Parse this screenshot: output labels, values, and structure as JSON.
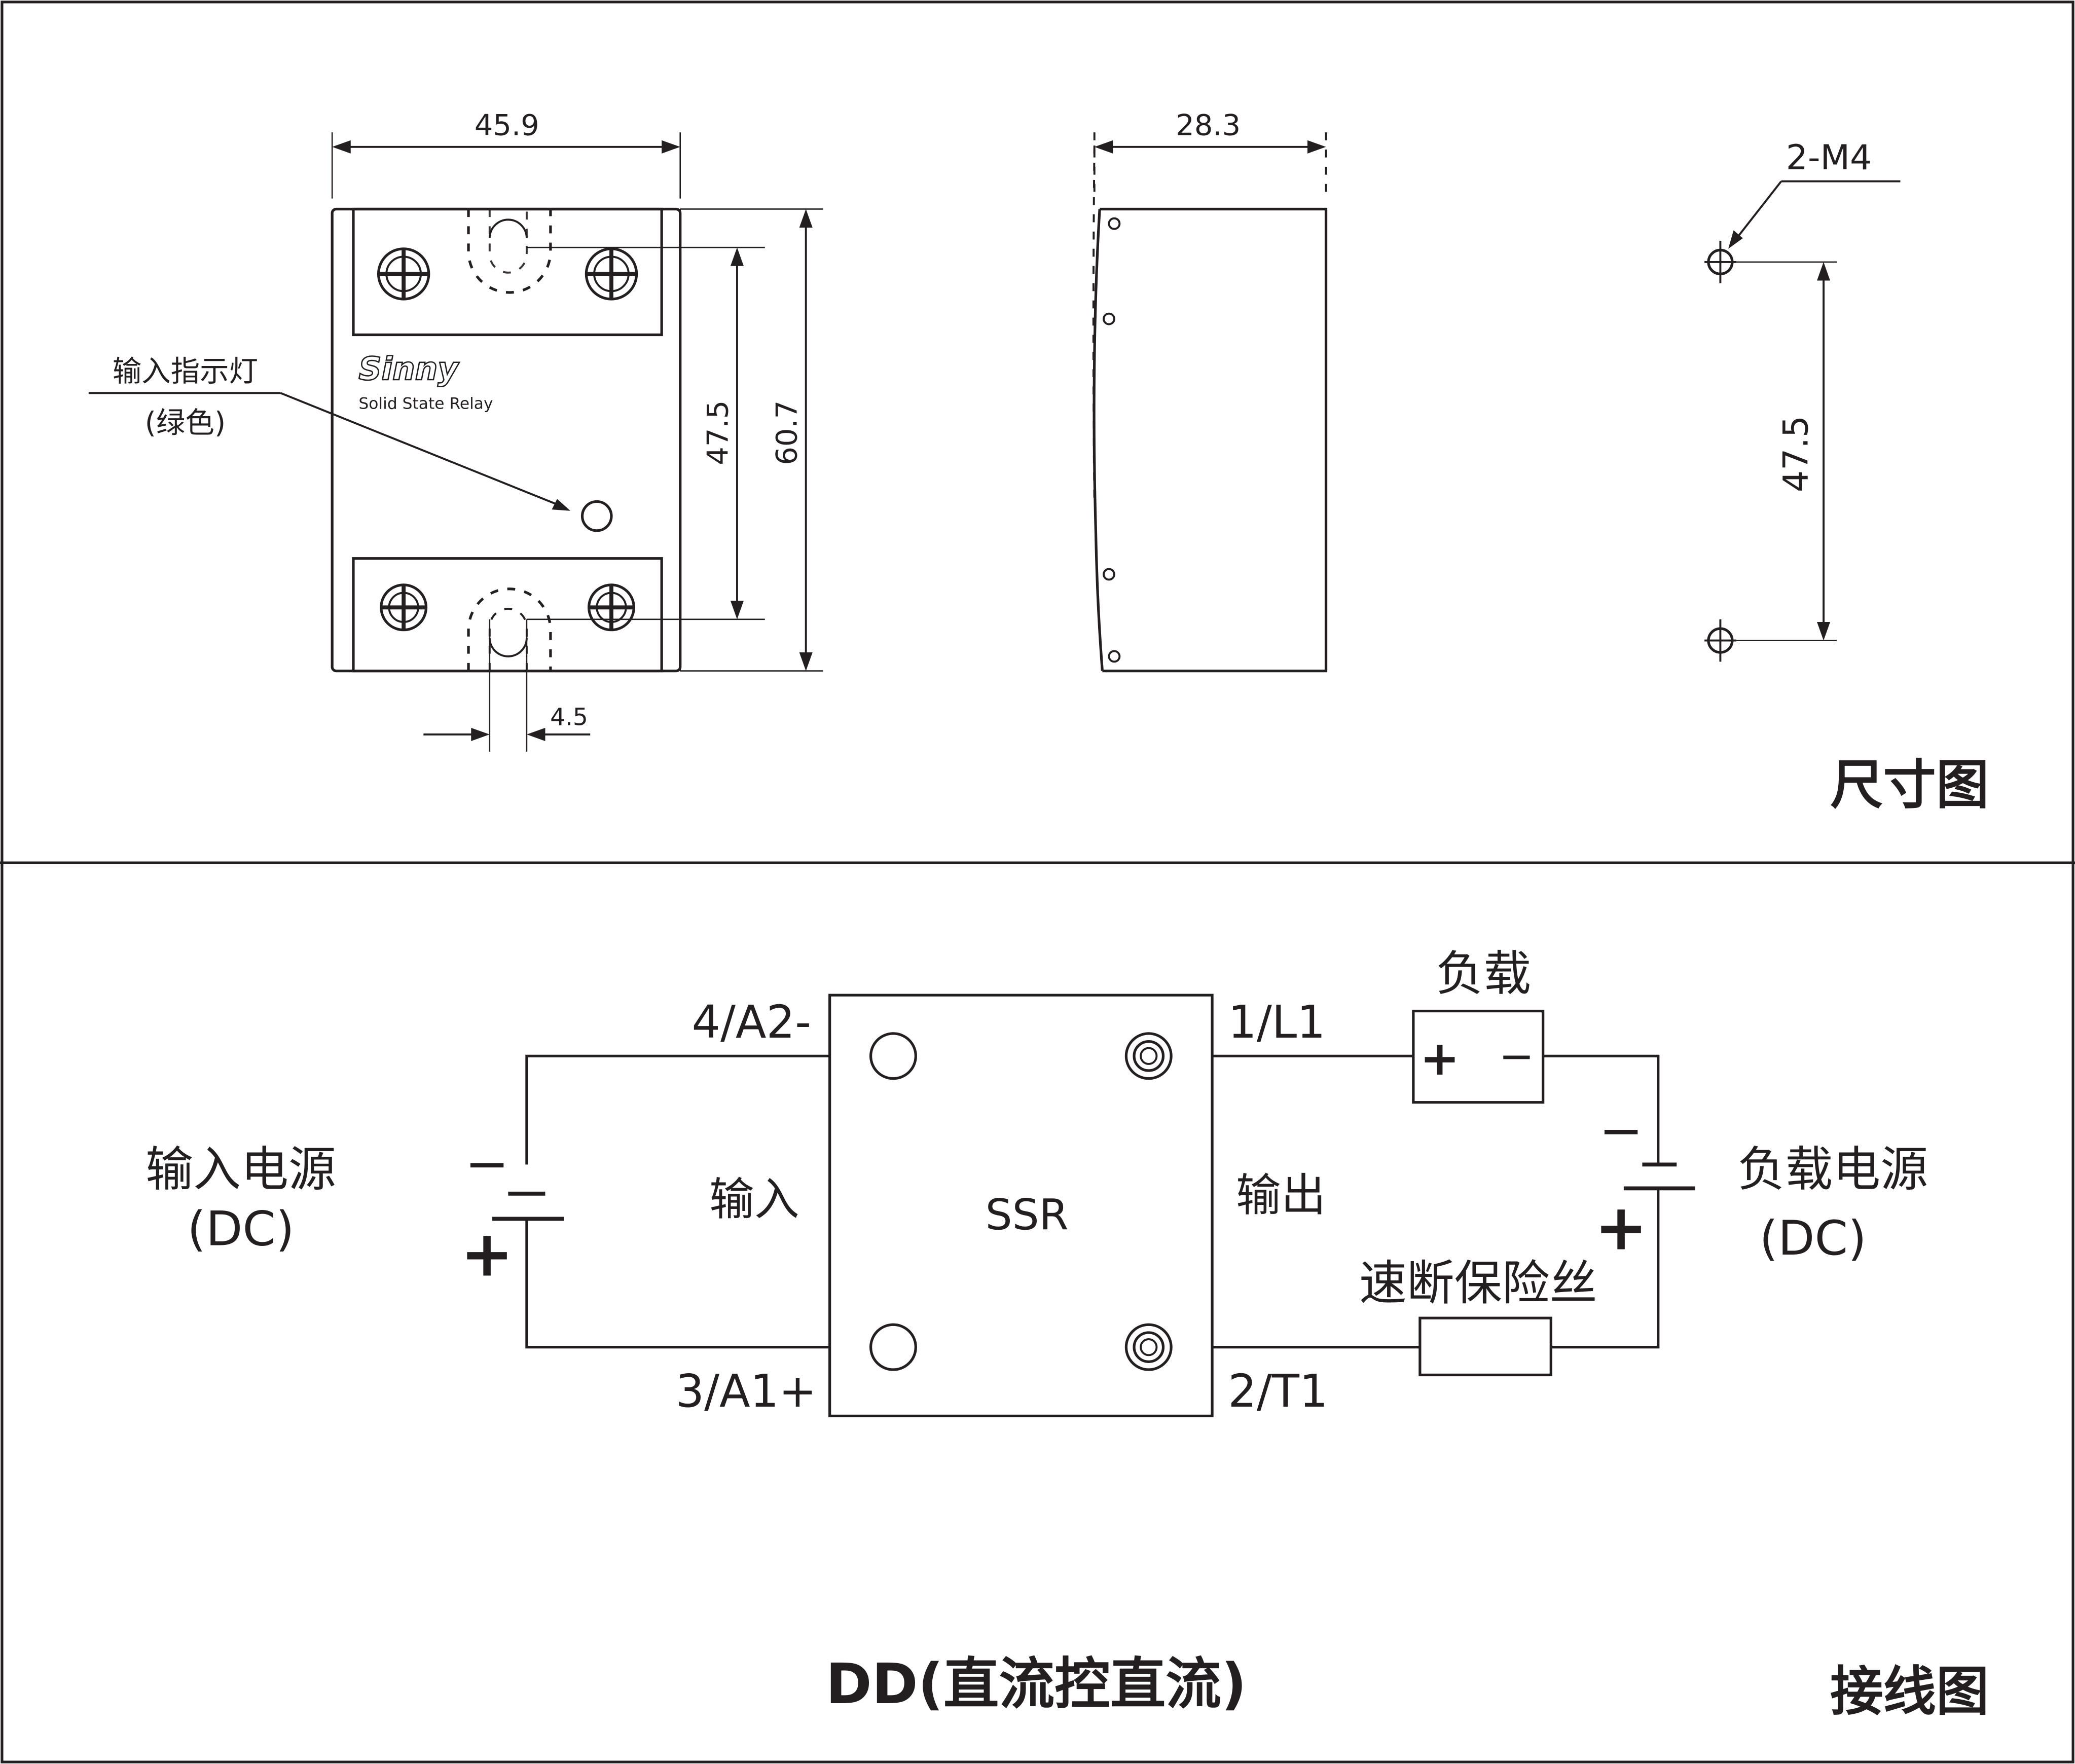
{
  "dimension_drawing": {
    "title": "尺寸图",
    "front_view": {
      "width": "45.9",
      "height": "60.7",
      "hole_spacing": "47.5",
      "terminal_slot": "4.5",
      "brand": "Sinny",
      "brand_subtitle": "Solid State Relay",
      "indicator_label": "输入指示灯",
      "indicator_note": "(绿色)"
    },
    "side_view": {
      "depth": "28.3"
    },
    "mounting": {
      "holes": "2-M4",
      "spacing": "47.5"
    }
  },
  "wiring_diagram": {
    "title": "接线图",
    "caption": "DD(直流控直流)",
    "ssr_label": "SSR",
    "terminals": {
      "top_left": "4/A2-",
      "bottom_left": "3/A1+",
      "top_right": "1/L1",
      "bottom_right": "2/T1"
    },
    "input_side": "输入",
    "output_side": "输出",
    "input_supply": {
      "label": "输入电源",
      "type": "(DC)",
      "minus": "−",
      "plus": "+"
    },
    "load_supply": {
      "label": "负载电源",
      "type": "(DC)",
      "minus": "−",
      "plus": "+"
    },
    "load": {
      "label": "负载",
      "plus": "+",
      "minus": "−"
    },
    "fuse": {
      "label": "速断保险丝"
    }
  }
}
